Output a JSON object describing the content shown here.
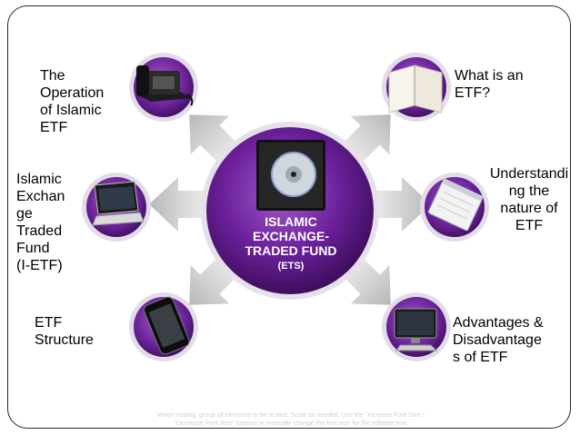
{
  "center": {
    "title": "ISLAMIC\nEXCHANGE-\nTRADED FUND",
    "subtitle": "(ETS)"
  },
  "nodes": {
    "operation": "The\nOperation\nof Islamic\nETF",
    "what_is": "What is an\nETF?",
    "iletf": "Islamic\nExchan\nge\nTraded\nFund\n(I-ETF)",
    "understanding": "Understandi\nng the\nnature of\nETF",
    "structure": "ETF\nStructure",
    "advantages": "Advantages &\nDisadvantage\ns of ETF"
  },
  "icons": {
    "operation": "telephone-icon",
    "what_is": "open-book-icon",
    "iletf": "laptop-icon",
    "understanding": "clipboard-icon",
    "structure": "smartphone-icon",
    "advantages": "computer-monitor-icon",
    "center": "dvd-case-icon"
  },
  "footer": "When scaling, group all elements to be scaled. Scale as needed. Use the \"Increase Font Size,\"\n\"Decrease Font Size\" buttons or manually change the font size for the editable text.",
  "colors": {
    "purple_dark": "#4b1470",
    "purple_mid": "#7b2fa8",
    "purple_light": "#b07fd3",
    "arrow_gray": "#c9c9c9"
  }
}
